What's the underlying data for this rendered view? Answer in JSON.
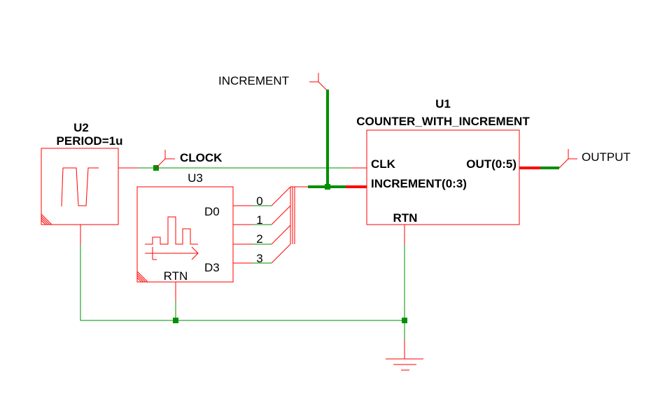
{
  "schematic": {
    "colors": {
      "part": "#ff0000",
      "wire": "#008f00",
      "text": "#000000"
    },
    "net_labels": {
      "increment": "INCREMENT",
      "clock": "CLOCK",
      "output": "OUTPUT"
    },
    "parts": {
      "u1": {
        "refdes": "U1",
        "value": "COUNTER_WITH_INCREMENT",
        "pins": {
          "clk": "CLK",
          "increment": "INCREMENT(0:3)",
          "out": "OUT(0:5)",
          "rtn": "RTN"
        }
      },
      "u2": {
        "refdes": "U2",
        "value": "PERIOD=1u",
        "icon": "clock-source-icon"
      },
      "u3": {
        "refdes": "U3",
        "icon": "digital-stimulus-icon",
        "pins": {
          "d0": "D0",
          "d3": "D3",
          "rtn": "RTN"
        },
        "bus_taps": [
          "0",
          "1",
          "2",
          "3"
        ]
      }
    },
    "ground": {
      "icon": "ground-icon"
    }
  }
}
